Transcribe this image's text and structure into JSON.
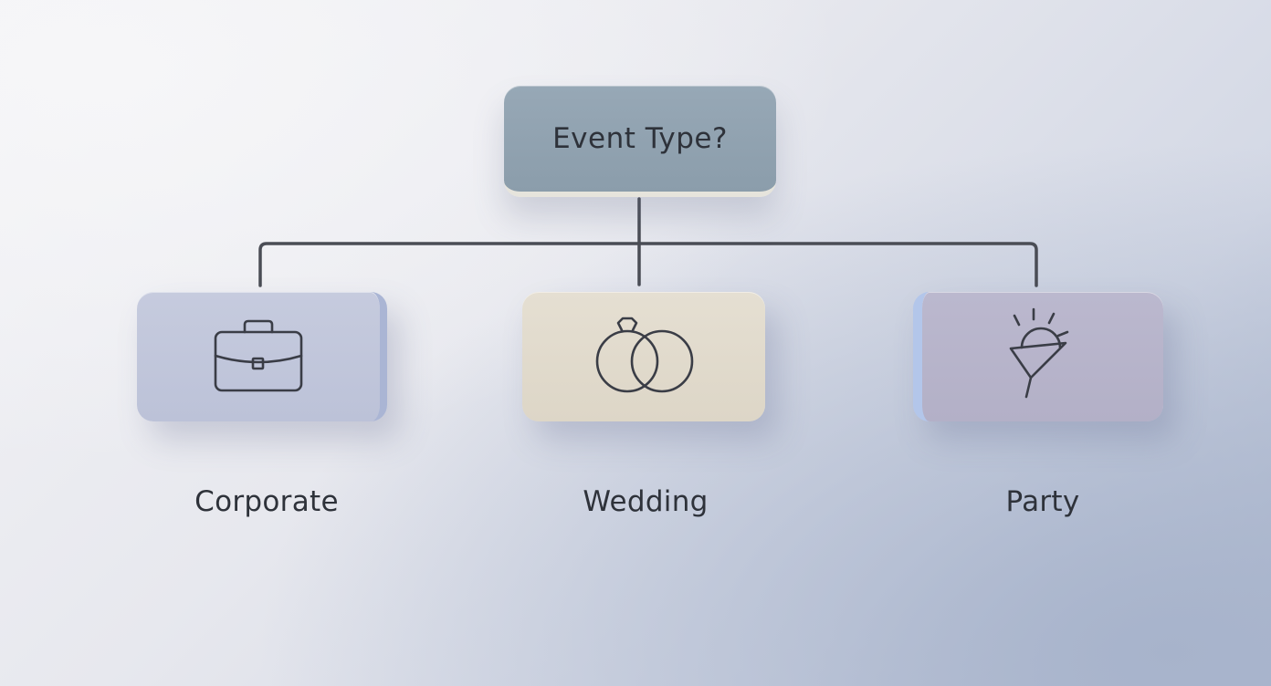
{
  "diagram": {
    "root": {
      "label": "Event Type?",
      "color": "#8fa1af"
    },
    "branches": [
      {
        "label": "Corporate",
        "icon": "briefcase-icon",
        "color": "#c2c7db"
      },
      {
        "label": "Wedding",
        "icon": "wedding-rings-icon",
        "color": "#e1dbce"
      },
      {
        "label": "Party",
        "icon": "party-popper-icon",
        "color": "#b7b4cb"
      }
    ],
    "connector_color": "#4a4d55",
    "text_color": "#2e323a"
  }
}
